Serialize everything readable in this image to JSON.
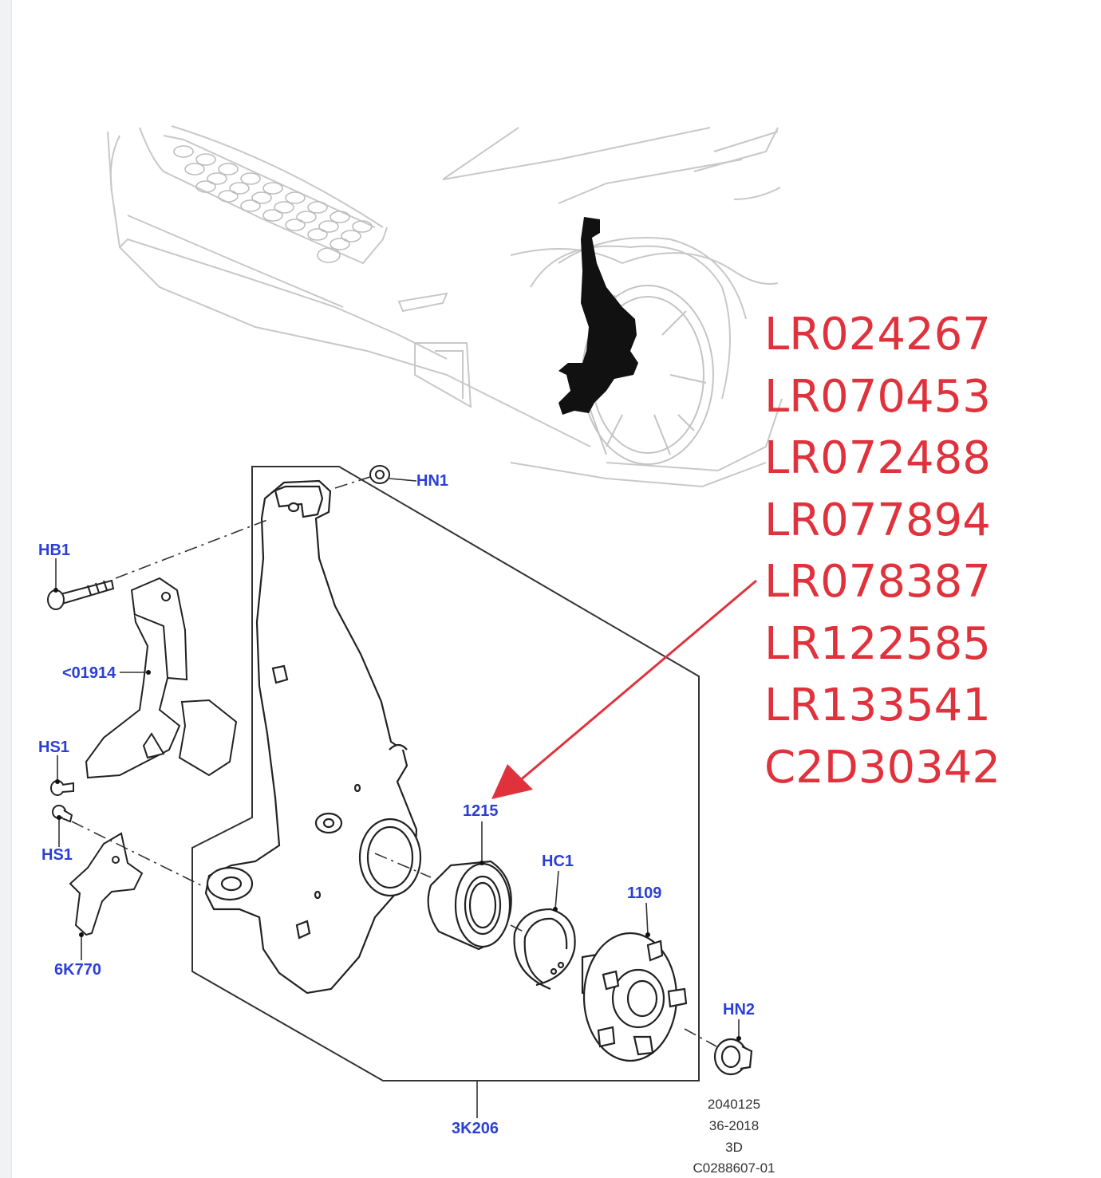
{
  "callouts": {
    "hn1": "HN1",
    "hb1": "HB1",
    "bracket": "<01914",
    "hs1_upper": "HS1",
    "hs1_lower": "HS1",
    "sensor": "6K770",
    "bearing": "1215",
    "circlip": "HC1",
    "hub": "1109",
    "hn2": "HN2",
    "knuckle": "3K206"
  },
  "part_numbers": [
    "LR024267",
    "LR070453",
    "LR072488",
    "LR077894",
    "LR078387",
    "LR122585",
    "LR133541",
    "C2D30342"
  ],
  "reference": {
    "line1": "2040125",
    "line2": "36-2018",
    "line3": "3D",
    "line4": "C0288607-01"
  },
  "colors": {
    "callout_text": "#2b3fd6",
    "part_number_text": "#e0323c",
    "arrow": "#e0323c",
    "line_art": "#222222",
    "car_sketch": "#c8c8c8"
  }
}
